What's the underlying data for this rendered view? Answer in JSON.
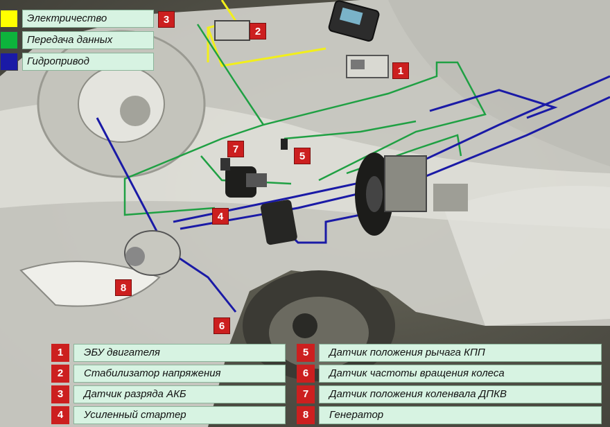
{
  "legend": [
    {
      "label": "Электричество",
      "color": "#ffff00"
    },
    {
      "label": "Передача данных",
      "color": "#0db43c"
    },
    {
      "label": "Гидропривод",
      "color": "#1a1aa6"
    }
  ],
  "badges": [
    "1",
    "2",
    "3",
    "4",
    "5",
    "6",
    "7",
    "8"
  ],
  "parts_left": [
    {
      "num": "1",
      "label": "ЭБУ двигателя"
    },
    {
      "num": "2",
      "label": "Стабилизатор напряжения"
    },
    {
      "num": "3",
      "label": "Датчик разряда АКБ"
    },
    {
      "num": "4",
      "label": "Усиленный стартер"
    }
  ],
  "parts_right": [
    {
      "num": "5",
      "label": "Датчик положения рычага КПП"
    },
    {
      "num": "6",
      "label": "Датчик частоты вращения колеса"
    },
    {
      "num": "7",
      "label": "Датчик положения коленвала ДПКВ"
    },
    {
      "num": "8",
      "label": "Генератор"
    }
  ]
}
